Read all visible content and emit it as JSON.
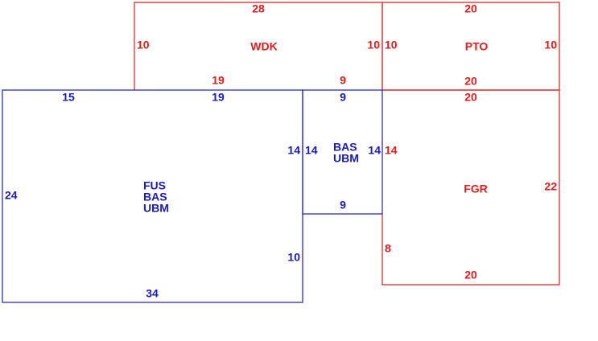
{
  "colors": {
    "red": "#e31c1c",
    "blue": "#1a1ab8",
    "background": "#ffffff"
  },
  "areas": [
    {
      "id": "wdk",
      "labels": [
        "WDK"
      ],
      "color": "red",
      "dims": {
        "top": "28",
        "left": "10",
        "right": "10",
        "bottom_a": "19",
        "bottom_b": "9"
      }
    },
    {
      "id": "pto",
      "labels": [
        "PTO"
      ],
      "color": "red",
      "dims": {
        "top": "20",
        "left": "10",
        "right": "10",
        "bottom": "20"
      }
    },
    {
      "id": "fgr",
      "labels": [
        "FGR"
      ],
      "color": "red",
      "dims": {
        "top": "20",
        "right": "22",
        "left_a": "14",
        "left_b": "8",
        "bottom": "20"
      }
    },
    {
      "id": "main",
      "labels": [
        "FUS",
        "BAS",
        "UBM"
      ],
      "color": "blue",
      "dims": {
        "top_a": "15",
        "top_b": "19",
        "left": "24",
        "right_a": "14",
        "right_b": "10",
        "bottom": "34"
      }
    },
    {
      "id": "small",
      "labels": [
        "BAS",
        "UBM"
      ],
      "color": "blue",
      "dims": {
        "top": "9",
        "left": "14",
        "right": "14",
        "bottom": "9"
      }
    }
  ]
}
